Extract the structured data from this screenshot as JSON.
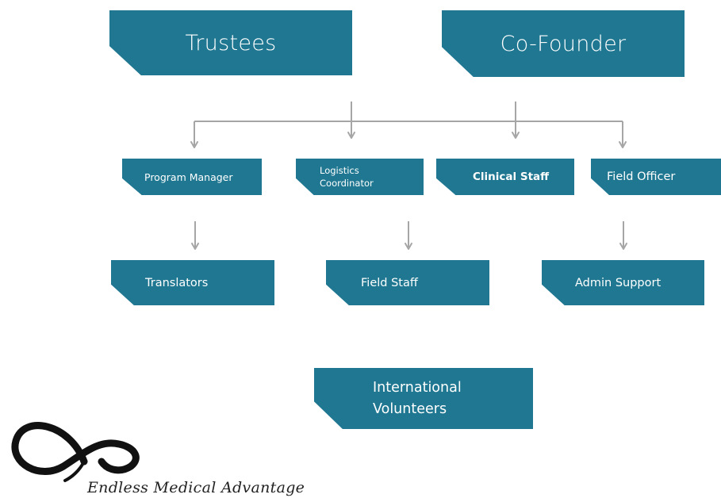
{
  "org_chart": {
    "top": [
      {
        "id": "trustees",
        "label": "Trustees"
      },
      {
        "id": "cofounder",
        "label": "Co-Founder"
      }
    ],
    "middle": [
      {
        "id": "program-manager",
        "label": "Program Manager"
      },
      {
        "id": "logistics-coordinator",
        "label_line1": "Logistics",
        "label_line2": "Coordinator"
      },
      {
        "id": "clinical-staff",
        "label": "Clinical Staff"
      },
      {
        "id": "field-officer",
        "label": "Field Officer"
      }
    ],
    "lower": [
      {
        "id": "translators",
        "label": "Translators"
      },
      {
        "id": "field-staff",
        "label": "Field Staff"
      },
      {
        "id": "admin-support",
        "label": "Admin Support"
      }
    ],
    "bottom": {
      "id": "intl-volunteers",
      "label_line1": "International",
      "label_line2": "Volunteers"
    }
  },
  "logo": {
    "name": "Endless Medical Advantage",
    "mark_icon": "infinity-swoosh-icon"
  },
  "colors": {
    "box_fill": "#1f7791",
    "box_text": "#ffffff",
    "connector": "#a6a6a6",
    "logo": "#111111"
  }
}
